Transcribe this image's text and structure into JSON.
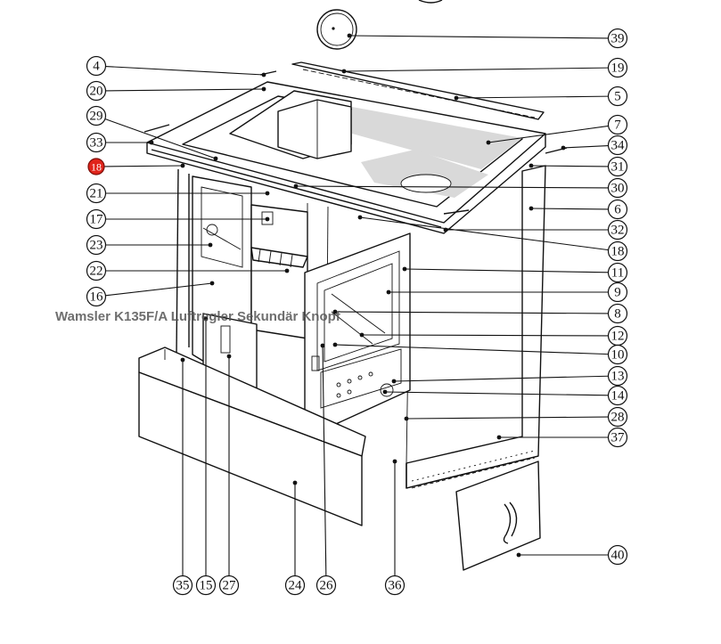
{
  "overlay_text": "Wamsler K135F/A Luftregler Sekundär Knopf",
  "highlight_color": "#e0241b",
  "callouts": [
    {
      "id": "39",
      "highlighted": false
    },
    {
      "id": "4",
      "highlighted": false
    },
    {
      "id": "19",
      "highlighted": false
    },
    {
      "id": "20",
      "highlighted": false
    },
    {
      "id": "5",
      "highlighted": false
    },
    {
      "id": "29",
      "highlighted": false
    },
    {
      "id": "7",
      "highlighted": false
    },
    {
      "id": "33",
      "highlighted": false
    },
    {
      "id": "34",
      "highlighted": false
    },
    {
      "id": "18",
      "highlighted": true
    },
    {
      "id": "31",
      "highlighted": false
    },
    {
      "id": "21",
      "highlighted": false
    },
    {
      "id": "30",
      "highlighted": false
    },
    {
      "id": "6",
      "highlighted": false
    },
    {
      "id": "17",
      "highlighted": false
    },
    {
      "id": "32",
      "highlighted": false
    },
    {
      "id": "23",
      "highlighted": false
    },
    {
      "id": "18",
      "highlighted": false
    },
    {
      "id": "22",
      "highlighted": false
    },
    {
      "id": "11",
      "highlighted": false
    },
    {
      "id": "16",
      "highlighted": false
    },
    {
      "id": "9",
      "highlighted": false
    },
    {
      "id": "8",
      "highlighted": false
    },
    {
      "id": "12",
      "highlighted": false
    },
    {
      "id": "10",
      "highlighted": false
    },
    {
      "id": "13",
      "highlighted": false
    },
    {
      "id": "14",
      "highlighted": false
    },
    {
      "id": "28",
      "highlighted": false
    },
    {
      "id": "37",
      "highlighted": false
    },
    {
      "id": "35",
      "highlighted": false
    },
    {
      "id": "15",
      "highlighted": false
    },
    {
      "id": "27",
      "highlighted": false
    },
    {
      "id": "24",
      "highlighted": false
    },
    {
      "id": "26",
      "highlighted": false
    },
    {
      "id": "36",
      "highlighted": false
    },
    {
      "id": "40",
      "highlighted": false
    }
  ]
}
